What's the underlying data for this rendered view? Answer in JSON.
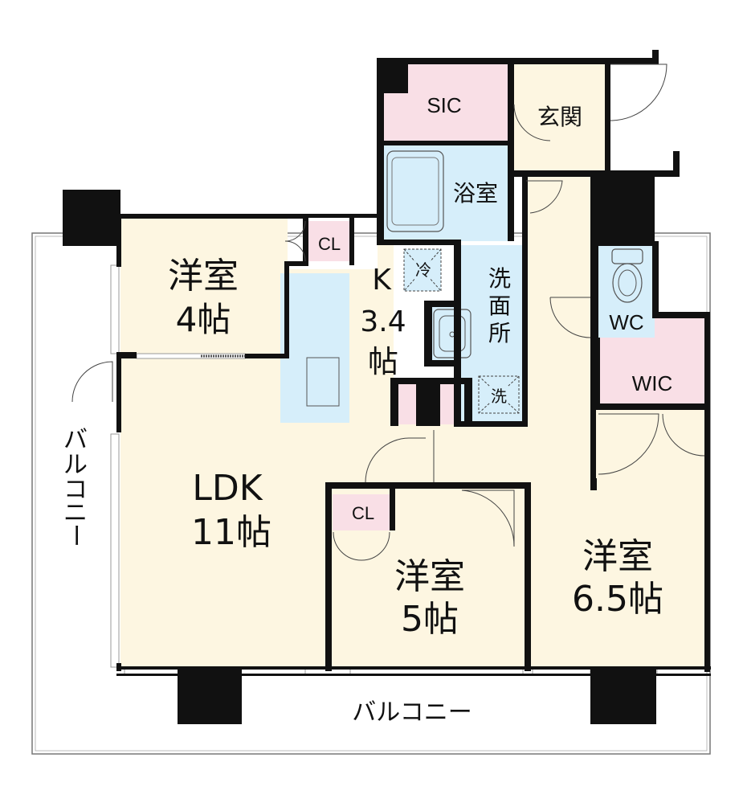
{
  "rooms": {
    "western4": {
      "name": "洋室",
      "size": "4帖"
    },
    "ldk": {
      "name": "LDK",
      "size": "11帖"
    },
    "kitchen": {
      "name": "K",
      "size_num": "3.4",
      "size_unit": "帖"
    },
    "western5": {
      "name": "洋室",
      "size": "5帖"
    },
    "western65": {
      "name": "洋室",
      "size": "6.5帖"
    },
    "sic": "SIC",
    "genkan": "玄関",
    "bath": "浴室",
    "washroom": [
      "洗",
      "面",
      "所"
    ],
    "wc": "WC",
    "wic": "WIC",
    "cl_a": "CL",
    "cl_b": "CL"
  },
  "appliances": {
    "fridge": "冷",
    "washer": "洗"
  },
  "balcony": {
    "bottom": "バルコニー",
    "left": [
      "バ",
      "ル",
      "コ",
      "ニ",
      "ー"
    ]
  },
  "colors": {
    "floor_room": "#fdf6e1",
    "storage_pink": "#f9dfe6",
    "wet_blue": "#d6eefa",
    "wall": "#111111"
  }
}
